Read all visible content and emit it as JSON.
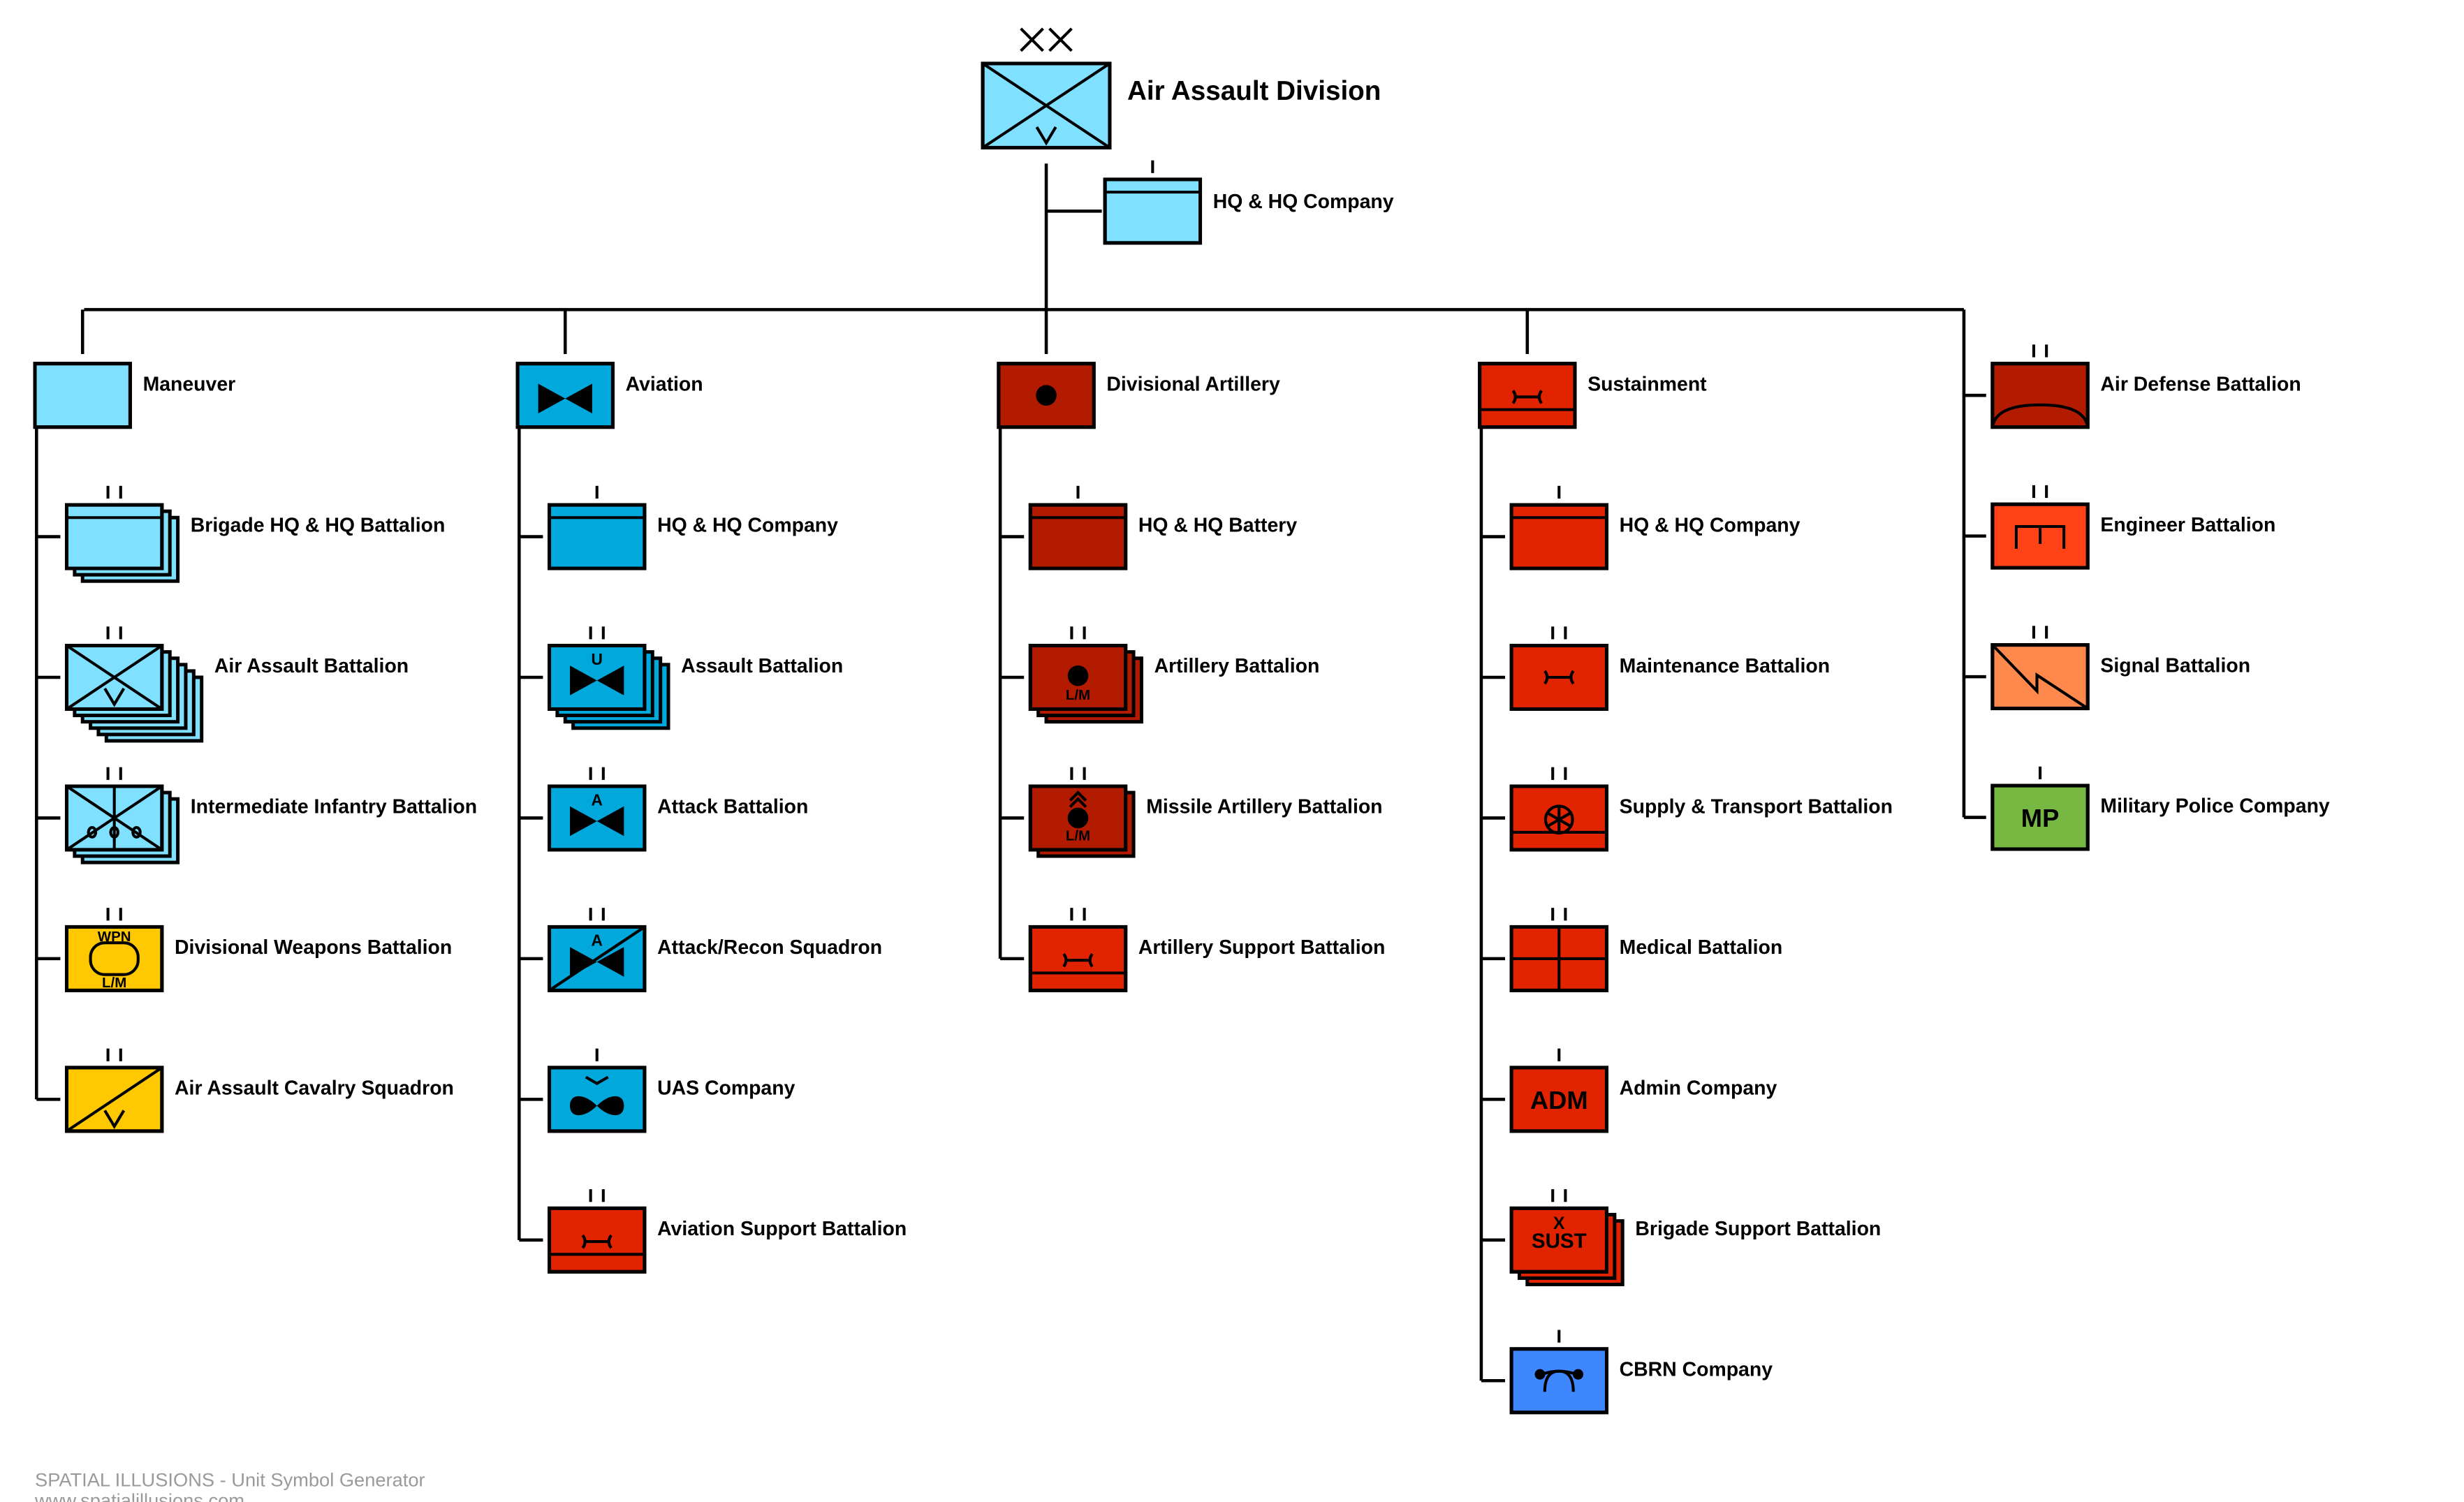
{
  "palette": {
    "friend_blue": "#80E0FF",
    "aviation_blue": "#00A8DC",
    "artillery_red": "#B31B00",
    "sustain_red": "#E22300",
    "engineer_orange": "#FF4316",
    "signal_orange": "#FF884C",
    "weapons_yellow": "#FFC800",
    "mp_green": "#77B843",
    "cbrn_blue": "#3F87FF"
  },
  "root": {
    "label": "Air Assault Division",
    "echelon": "XX",
    "fill": "friend_blue",
    "icon": "infantry-air-assault",
    "hq": {
      "label": "HQ & HQ Company",
      "echelon": "I",
      "fill": "friend_blue",
      "icon": "hq-band"
    }
  },
  "columns": [
    {
      "label": "Maneuver",
      "fill": "friend_blue",
      "icon": "none",
      "echelon": "",
      "children": [
        {
          "label": "Brigade HQ & HQ Battalion",
          "echelon": "II",
          "fill": "friend_blue",
          "icon": "hq-band",
          "stack": 3
        },
        {
          "label": "Air Assault Battalion",
          "echelon": "II",
          "fill": "friend_blue",
          "icon": "infantry-air-assault",
          "stack": 6
        },
        {
          "label": "Intermediate Infantry Battalion",
          "echelon": "II",
          "fill": "friend_blue",
          "icon": "infantry-wheeled",
          "stack": 3
        },
        {
          "label": "Divisional Weapons Battalion",
          "echelon": "II",
          "fill": "weapons_yellow",
          "icon": "weapons",
          "stack": 1,
          "text_top": "WPN",
          "text_bottom": "L/M"
        },
        {
          "label": "Air Assault Cavalry Squadron",
          "echelon": "II",
          "fill": "weapons_yellow",
          "icon": "cavalry-air-assault",
          "stack": 1
        }
      ]
    },
    {
      "label": "Aviation",
      "fill": "aviation_blue",
      "icon": "aviation",
      "echelon": "",
      "children": [
        {
          "label": "HQ & HQ Company",
          "echelon": "I",
          "fill": "aviation_blue",
          "icon": "hq-band",
          "stack": 1
        },
        {
          "label": "Assault Battalion",
          "echelon": "II",
          "fill": "aviation_blue",
          "icon": "aviation",
          "stack": 4,
          "text_top": "U"
        },
        {
          "label": "Attack Battalion",
          "echelon": "II",
          "fill": "aviation_blue",
          "icon": "aviation",
          "stack": 1,
          "text_top": "A"
        },
        {
          "label": "Attack/Recon Squadron",
          "echelon": "II",
          "fill": "aviation_blue",
          "icon": "aviation-recon",
          "stack": 1,
          "text_top": "A"
        },
        {
          "label": "UAS Company",
          "echelon": "I",
          "fill": "aviation_blue",
          "icon": "uas",
          "stack": 1
        },
        {
          "label": "Aviation Support Battalion",
          "echelon": "II",
          "fill": "sustain_red",
          "icon": "maintenance-support",
          "stack": 1
        }
      ]
    },
    {
      "label": "Divisional Artillery",
      "fill": "artillery_red",
      "icon": "artillery",
      "echelon": "",
      "children": [
        {
          "label": "HQ & HQ Battery",
          "echelon": "I",
          "fill": "artillery_red",
          "icon": "hq-band",
          "stack": 1
        },
        {
          "label": "Artillery Battalion",
          "echelon": "II",
          "fill": "artillery_red",
          "icon": "artillery",
          "stack": 3,
          "text_bottom": "L/M"
        },
        {
          "label": "Missile Artillery Battalion",
          "echelon": "II",
          "fill": "artillery_red",
          "icon": "missile-artillery",
          "stack": 2,
          "text_bottom": "L/M"
        },
        {
          "label": "Artillery Support Battalion",
          "echelon": "II",
          "fill": "sustain_red",
          "icon": "maintenance-support",
          "stack": 1
        }
      ]
    },
    {
      "label": "Sustainment",
      "fill": "sustain_red",
      "icon": "maintenance-support",
      "echelon": "",
      "children": [
        {
          "label": "HQ & HQ Company",
          "echelon": "I",
          "fill": "sustain_red",
          "icon": "hq-band",
          "stack": 1
        },
        {
          "label": "Maintenance Battalion",
          "echelon": "II",
          "fill": "sustain_red",
          "icon": "maintenance",
          "stack": 1
        },
        {
          "label": "Supply & Transport Battalion",
          "echelon": "II",
          "fill": "sustain_red",
          "icon": "supply-transport",
          "stack": 1
        },
        {
          "label": "Medical Battalion",
          "echelon": "II",
          "fill": "sustain_red",
          "icon": "medical",
          "stack": 1
        },
        {
          "label": "Admin Company",
          "echelon": "I",
          "fill": "sustain_red",
          "icon": "text",
          "stack": 1,
          "text_center": "ADM"
        },
        {
          "label": "Brigade Support Battalion",
          "echelon": "II",
          "fill": "sustain_red",
          "icon": "text",
          "stack": 3,
          "text_top": "X",
          "text_center": "SUST"
        },
        {
          "label": "CBRN Company",
          "echelon": "I",
          "fill": "cbrn_blue",
          "icon": "cbrn",
          "stack": 1
        }
      ]
    },
    {
      "label": "",
      "fill": "",
      "icon": "",
      "echelon": "",
      "children": [
        {
          "label": "Air Defense Battalion",
          "echelon": "II",
          "fill": "artillery_red",
          "icon": "air-defense",
          "stack": 1
        },
        {
          "label": "Engineer Battalion",
          "echelon": "II",
          "fill": "engineer_orange",
          "icon": "engineer",
          "stack": 1
        },
        {
          "label": "Signal Battalion",
          "echelon": "II",
          "fill": "signal_orange",
          "icon": "signal",
          "stack": 1
        },
        {
          "label": "Military Police Company",
          "echelon": "I",
          "fill": "mp_green",
          "icon": "text",
          "stack": 1,
          "text_center": "MP"
        }
      ]
    }
  ],
  "footer": {
    "line1": "SPATIAL ILLUSIONS - Unit Symbol Generator",
    "line2": "www.spatialillusions.com"
  }
}
